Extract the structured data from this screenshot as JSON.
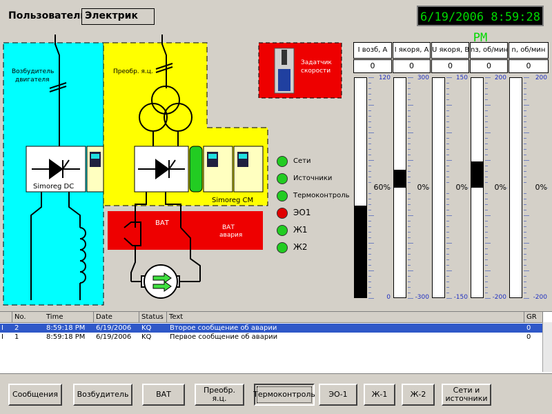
{
  "header": {
    "user_label": "Пользователь:",
    "user_value": "Электрик",
    "datetime": "6/19/2006 8:59:28 PM"
  },
  "schematic": {
    "exciter_label_1": "Возбудитель",
    "exciter_label_2": "двигателя",
    "converter_label": "Преобр. я.ц.",
    "simoreg_dc": "Simoreg DC",
    "simoreg_cm": "Simoreg CM",
    "speed_setter_1": "Задатчик",
    "speed_setter_2": "скорости",
    "vat_label": "ВАТ",
    "vat_alarm_1": "ВАТ",
    "vat_alarm_2": "авария"
  },
  "indicators": [
    {
      "label": "Сети",
      "color": "#22cc22"
    },
    {
      "label": "Источники",
      "color": "#22cc22"
    },
    {
      "label": "Термоконтроль",
      "color": "#22cc22"
    },
    {
      "label": "ЭО1",
      "color": "#e00000"
    },
    {
      "label": "Ж1",
      "color": "#22cc22"
    },
    {
      "label": "Ж2",
      "color": "#22cc22"
    }
  ],
  "gauges": [
    {
      "title": "I возб, А",
      "value": "0",
      "max": "120",
      "min": "0",
      "mid": "60%"
    },
    {
      "title": "I якоря, А",
      "value": "0",
      "max": "300",
      "min": "-300",
      "mid": "0%"
    },
    {
      "title": "U якоря, В",
      "value": "0",
      "max": "150",
      "min": "-150",
      "mid": "0%"
    },
    {
      "title": "nз, об/мин",
      "value": "0",
      "max": "200",
      "min": "-200",
      "mid": "0%"
    },
    {
      "title": "n, об/мин",
      "value": "0",
      "max": "200",
      "min": "-200",
      "mid": "0%"
    }
  ],
  "gauge_levels": [
    {
      "from": 0.0,
      "to": 0.42
    },
    {
      "from": 0.5,
      "to": 0.58
    },
    {
      "from": 0.5,
      "to": 0.5
    },
    {
      "from": 0.5,
      "to": 0.62
    },
    {
      "from": 0.5,
      "to": 0.5
    }
  ],
  "alarm_table": {
    "columns": [
      "No.",
      "Time",
      "Date",
      "Status",
      "Text",
      "GR"
    ],
    "rows": [
      {
        "flag": "I",
        "no": "2",
        "time": "8:59:18 PM",
        "date": "6/19/2006",
        "status": "KQ",
        "text": "Второе сообщение об аварии",
        "gr": "0"
      },
      {
        "flag": "I",
        "no": "1",
        "time": "8:59:18 PM",
        "date": "6/19/2006",
        "status": "KQ",
        "text": "Первое сообщение об аварии",
        "gr": "0"
      }
    ]
  },
  "buttons": [
    {
      "label": "Сообщения"
    },
    {
      "label": "Возбудитель"
    },
    {
      "label": "ВАТ"
    },
    {
      "label": "Преобр. я.ц."
    },
    {
      "label": "Термоконтроль"
    },
    {
      "label": "ЭО-1"
    },
    {
      "label": "Ж-1"
    },
    {
      "label": "Ж-2"
    },
    {
      "label": "Сети и источники"
    }
  ]
}
